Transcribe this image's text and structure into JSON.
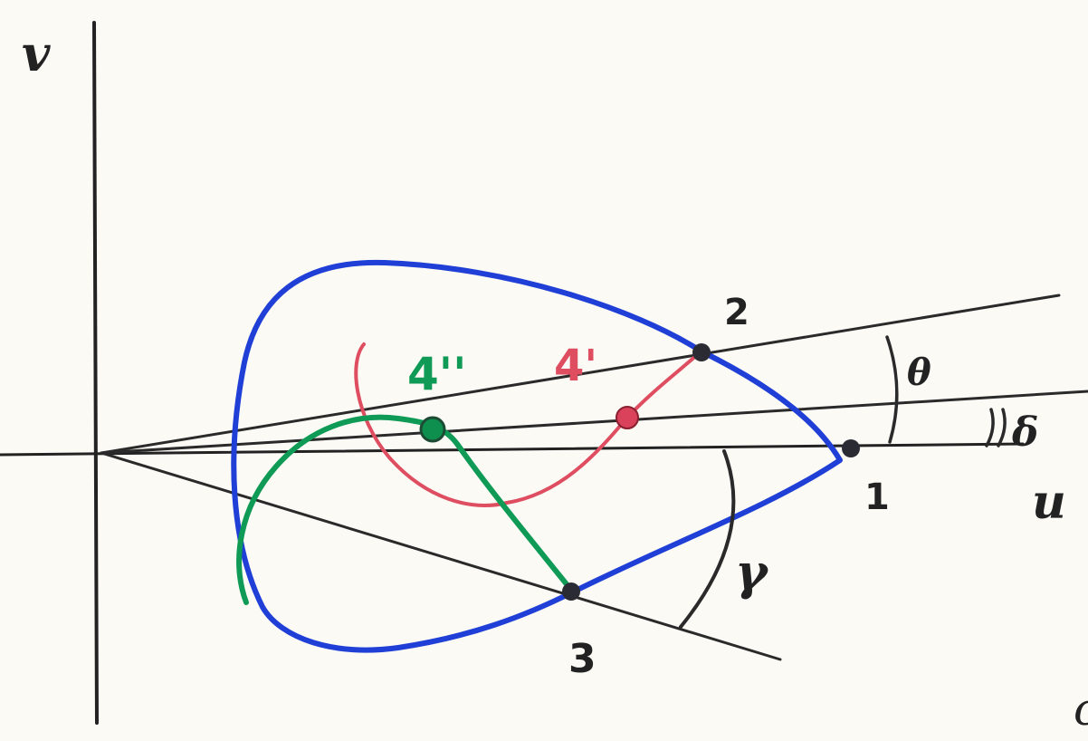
{
  "axes": {
    "v_label": "v",
    "u_label": "u"
  },
  "points": {
    "p1": "1",
    "p2": "2",
    "p3": "3",
    "p4_prime": "4'",
    "p4_double_prime": "4''"
  },
  "angles": {
    "theta": "θ",
    "delta": "δ",
    "gamma": "γ"
  },
  "edge_glyph": "c",
  "colors": {
    "paper": "#fbfaf5",
    "ink": "#222222",
    "blue_curve": "#1f3fd6",
    "red_curve": "#de4d60",
    "green_curve": "#0f9a55"
  }
}
